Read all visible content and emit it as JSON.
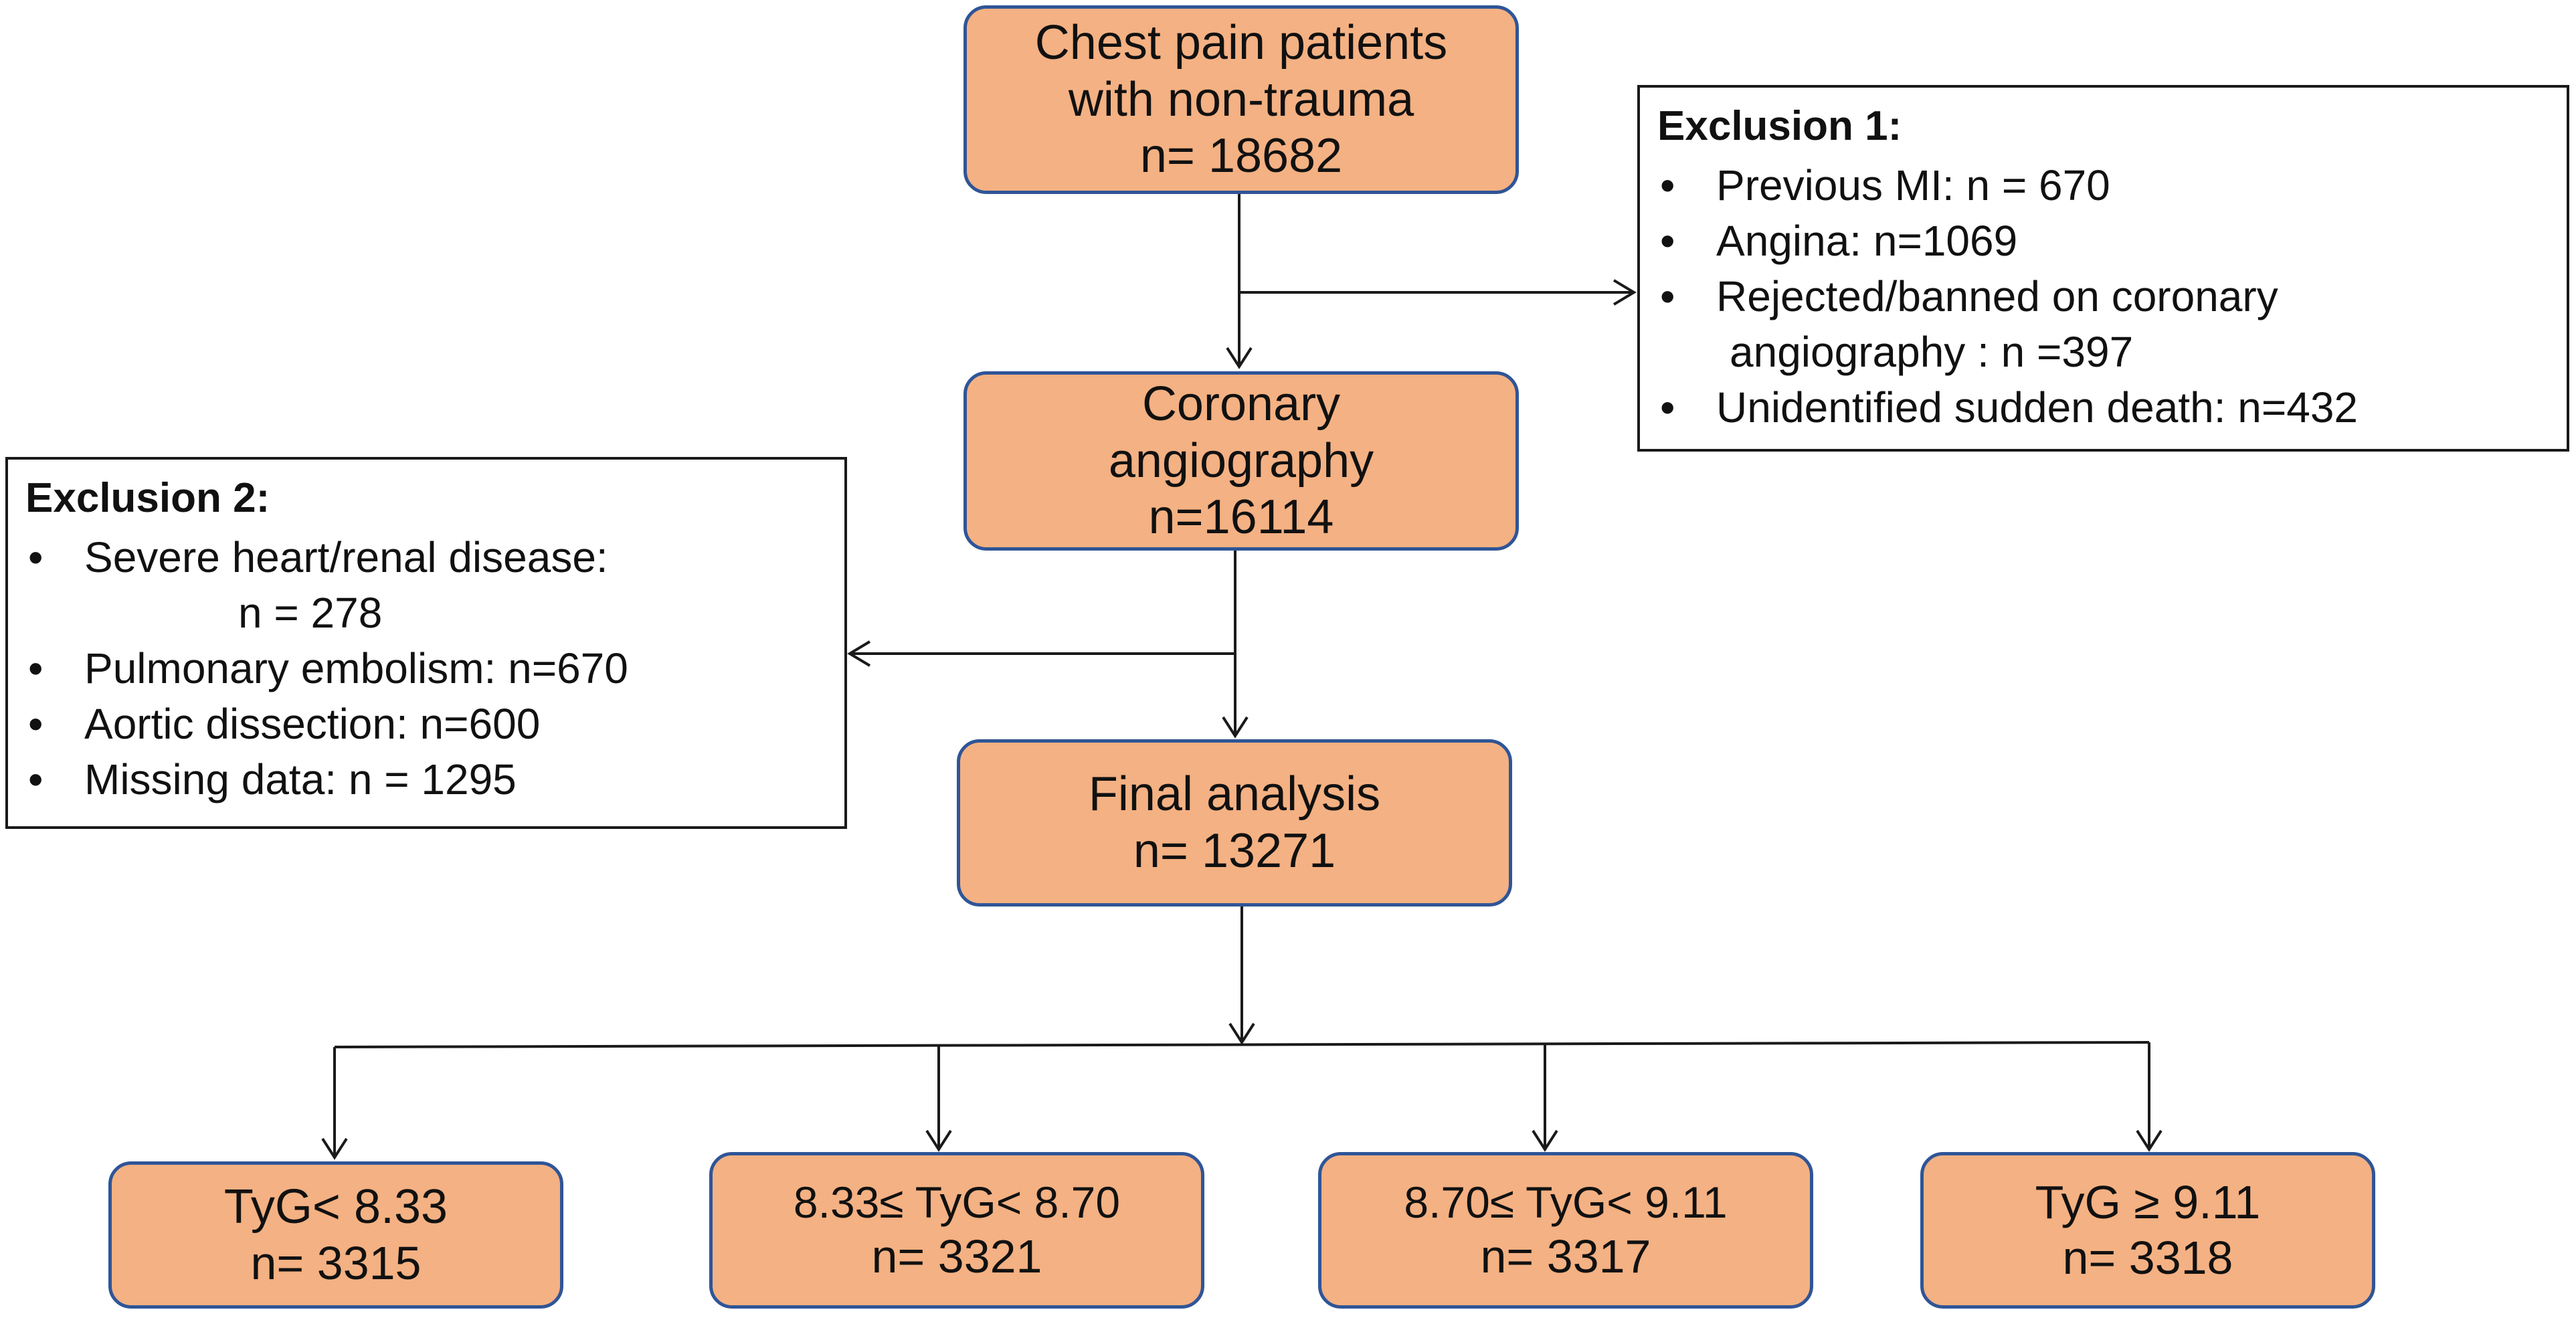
{
  "nodes": {
    "top": {
      "line1": "Chest pain patients",
      "line2": "with non-trauma",
      "line3": "n= 18682"
    },
    "coronary": {
      "line1": "Coronary",
      "line2": "angiography",
      "line3": "n=16114"
    },
    "final": {
      "line1": "Final analysis",
      "line2": "n= 13271"
    }
  },
  "groups": [
    {
      "label": "TyG< 8.33",
      "count": "n= 3315"
    },
    {
      "label": "8.33≤ TyG< 8.70",
      "count": "n= 3321"
    },
    {
      "label": "8.70≤ TyG< 9.11",
      "count": "n= 3317"
    },
    {
      "label": "TyG ≥ 9.11",
      "count": "n= 3318"
    }
  ],
  "exclusion1": {
    "title": "Exclusion 1:",
    "items": [
      {
        "text": "Previous MI:  n = 670"
      },
      {
        "text": "Angina: n=1069"
      },
      {
        "text": "Rejected/banned on coronary",
        "cont": "angiography :  n =397"
      },
      {
        "text": "Unidentified sudden death: n=432"
      }
    ]
  },
  "exclusion2": {
    "title": "Exclusion 2:",
    "items": [
      {
        "text": "Severe heart/renal disease:",
        "cont": "n = 278"
      },
      {
        "text": "Pulmonary embolism: n=670"
      },
      {
        "text": "Aortic dissection: n=600"
      },
      {
        "text": "Missing data: n = 1295"
      }
    ]
  },
  "colors": {
    "node_fill": "#f4b183",
    "node_border": "#2f5597",
    "line": "#1a1a1a"
  }
}
